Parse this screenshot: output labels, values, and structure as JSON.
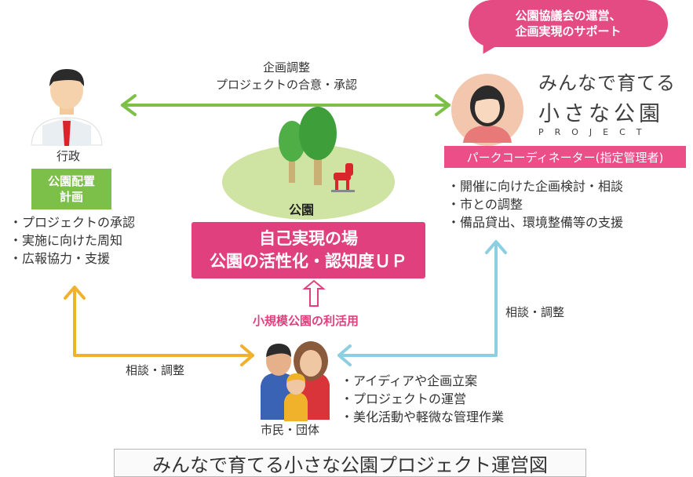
{
  "speech_bubble": {
    "line1": "公園協議会の運営、",
    "line2": "企画実現のサポート"
  },
  "top_link": {
    "line1": "企画調整",
    "line2": "プロジェクトの合意・承認"
  },
  "government": {
    "label": "行政",
    "tag_line1": "公園配置",
    "tag_line2": "計画",
    "items": [
      "・プロジェクトの承認",
      "・実施に向けた周知",
      "・広報協力・支援"
    ]
  },
  "logo": {
    "line1": "みんなで育てる",
    "line2": "小さな公園",
    "line3": "PROJECT"
  },
  "coordinator": {
    "label": "パークコーディネーター(指定管理者)",
    "items": [
      "・開催に向けた企画検討・相談",
      "・市との調整",
      "・備品貸出、環境整備等の支援"
    ]
  },
  "park": {
    "label": "公園",
    "box_line1": "自己実現の場",
    "box_line2": "公園の活性化・認知度ＵＰ",
    "usage_label": "小規模公園の利活用"
  },
  "left_link": {
    "label": "相談・調整"
  },
  "right_link": {
    "label": "相談・調整"
  },
  "citizens": {
    "label": "市民・団体",
    "items": [
      "・アイディアや企画立案",
      "・プロジェクトの運営",
      "・美化活動や軽微な管理作業"
    ]
  },
  "caption": "みんなで育てる小さな公園プロジェクト運営図",
  "colors": {
    "green_arrow": "#7cc04a",
    "orange_arrow": "#f0b22a",
    "blue_arrow": "#8ccfe0",
    "pink": "#e0417e",
    "bubble": "#e54b83"
  }
}
